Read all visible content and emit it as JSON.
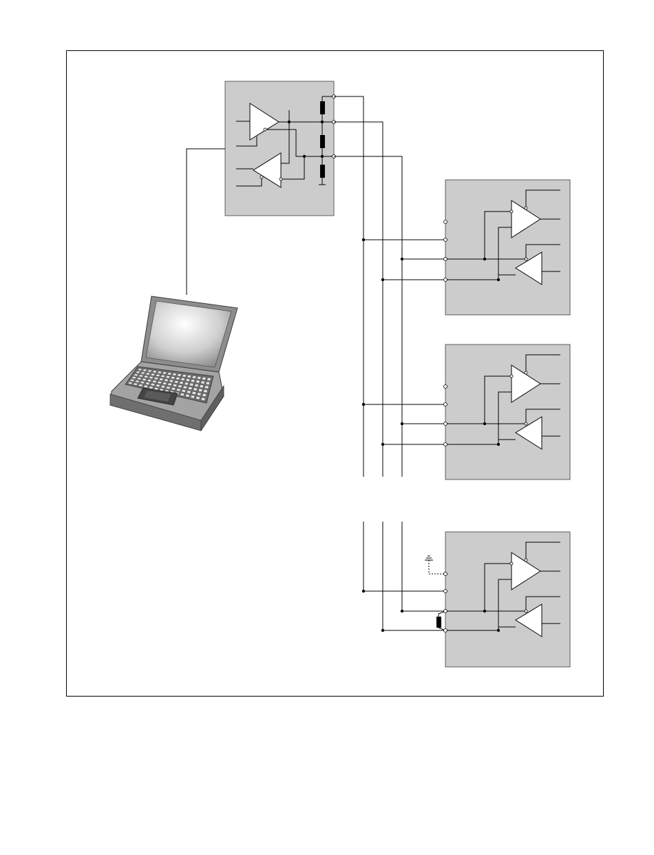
{
  "page": {
    "background": "#ffffff"
  },
  "diagram": {
    "box_fill": "#cccccc",
    "line_color": "#000000",
    "laptop_body_color": "#9a9a9a",
    "laptop_screen_color": "#d8d8d8",
    "laptop_icon": "laptop-computer-icon",
    "transceivers": [
      {
        "id": "master",
        "icon": "amplifier-triangle-icon"
      },
      {
        "id": "node-1",
        "icon": "amplifier-triangle-icon"
      },
      {
        "id": "node-2",
        "icon": "amplifier-triangle-icon"
      },
      {
        "id": "node-3",
        "icon": "amplifier-triangle-icon"
      }
    ],
    "ground_icon": "ground-symbol-icon",
    "resistor_icon": "resistor-icon"
  }
}
